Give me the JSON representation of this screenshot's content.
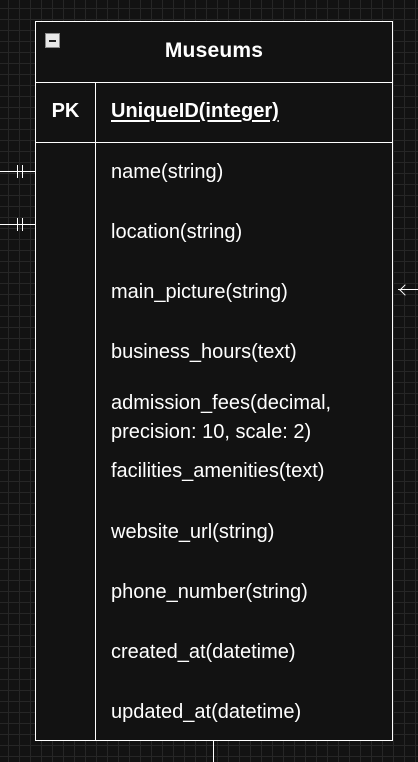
{
  "entity": {
    "title": "Museums",
    "primary_key": {
      "label": "PK",
      "field": "UniqueID(integer)"
    },
    "attributes": [
      "name(string)",
      "location(string)",
      "main_picture(string)",
      "business_hours(text)",
      "admission_fees(decimal,\nprecision: 10, scale: 2)",
      "facilities_amenities(text)",
      "website_url(string)",
      "phone_number(string)",
      "created_at(datetime)",
      "updated_at(datetime)"
    ]
  },
  "colors": {
    "background": "#121212",
    "grid": "#262626",
    "line": "#ffffff",
    "text": "#ffffff"
  }
}
